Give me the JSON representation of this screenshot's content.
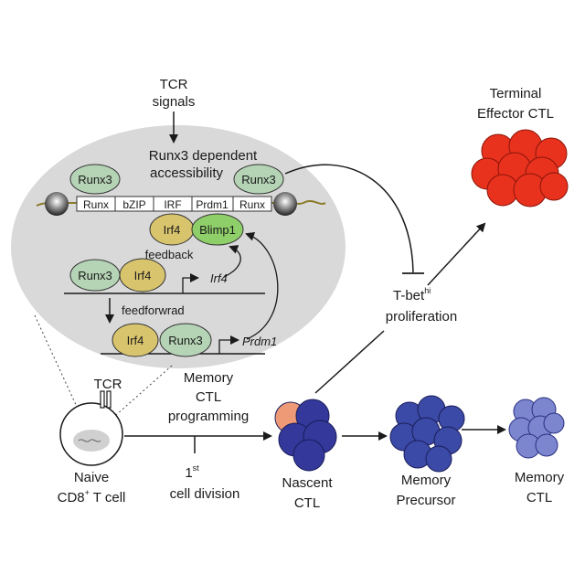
{
  "colors": {
    "nucleus_bg": "#d9d9d9",
    "runx3_fill": "#b5d3b5",
    "irf4_fill": "#d9c46e",
    "blimp1_fill": "#8fcf6a",
    "terminal_cell": "#e8321e",
    "nascent_cell": "#33389a",
    "nascent_accent": "#ef9a76",
    "precursor_cell": "#3b4aa6",
    "memory_cell": "#7b86cf"
  },
  "labels": {
    "tcr_signals_l1": "TCR",
    "tcr_signals_l2": "signals",
    "accessibility_l1": "Runx3 dependent",
    "accessibility_l2": "accessibility",
    "runx3": "Runx3",
    "irf4": "Irf4",
    "blimp1": "Blimp1",
    "feedback": "feedback",
    "feedforward": "feedforwrad",
    "irf4_gene": "Irf4",
    "prdm1_gene": "Prdm1",
    "terminal_l1": "Terminal",
    "terminal_l2": "Effector CTL",
    "tbet_main": "T-bet",
    "tbet_sup": "hi",
    "tbet_l2": "proliferation",
    "memory_prog_l1": "Memory",
    "memory_prog_l2": "CTL",
    "memory_prog_l3": "programming",
    "tcr": "TCR",
    "naive_l1": "Naive",
    "naive_l2_pre": "CD8",
    "naive_l2_sup": "+",
    "naive_l2_post": " T cell",
    "first_div_main": "1",
    "first_div_sup": "st",
    "first_div_l2": "cell division",
    "nascent_l1": "Nascent",
    "nascent_l2": "CTL",
    "precursor_l1": "Memory",
    "precursor_l2": "Precursor",
    "memory_l1": "Memory",
    "memory_l2": "CTL"
  },
  "motifs": [
    "Runx",
    "bZIP",
    "IRF",
    "Prdm1",
    "Runx"
  ]
}
